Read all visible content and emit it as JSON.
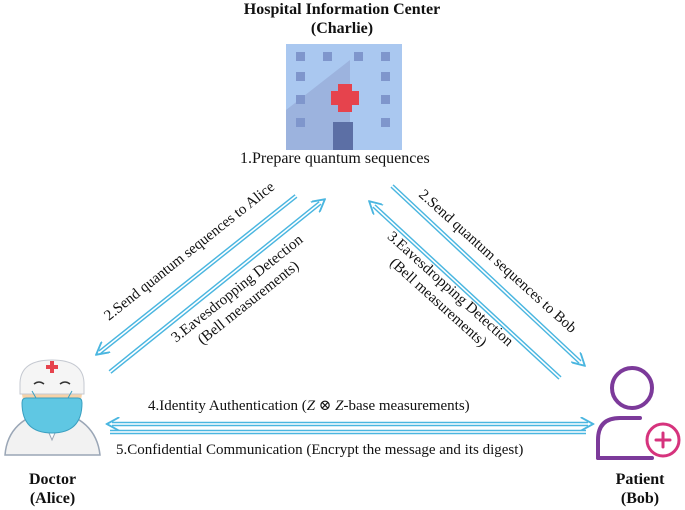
{
  "center": {
    "title": "Hospital Information Center",
    "subtitle": "(Charlie)",
    "icon": "hospital-building-icon"
  },
  "doctor": {
    "title": "Doctor",
    "subtitle": "(Alice)",
    "icon": "doctor-avatar-icon"
  },
  "patient": {
    "title": "Patient",
    "subtitle": "(Bob)",
    "icon": "patient-avatar-icon"
  },
  "steps": {
    "prepare": "1.Prepare quantum sequences",
    "send_alice": "2.Send quantum sequences to Alice",
    "eaves_left_1": "3.Eavesdropping Detection",
    "eaves_left_2": "(Bell measurements)",
    "send_bob": "2.Send quantum sequences to Bob",
    "eaves_right_1": "3.Eavesdropping Detection",
    "eaves_right_2": "(Bell measurements)",
    "auth_prefix": "4.Identity Authentication (",
    "auth_math": "Z ⊗ Z",
    "auth_suffix": "-base measurements)",
    "comm": "5.Confidential Communication (Encrypt the message and its digest)"
  },
  "colors": {
    "arrow": "#4ab6e0",
    "hospital_blue": "#aac8f0",
    "hospital_dark": "#8fa3cf",
    "cross_red": "#e6434d",
    "patient_purple": "#7c3a9a",
    "patient_pink": "#d6337d"
  }
}
